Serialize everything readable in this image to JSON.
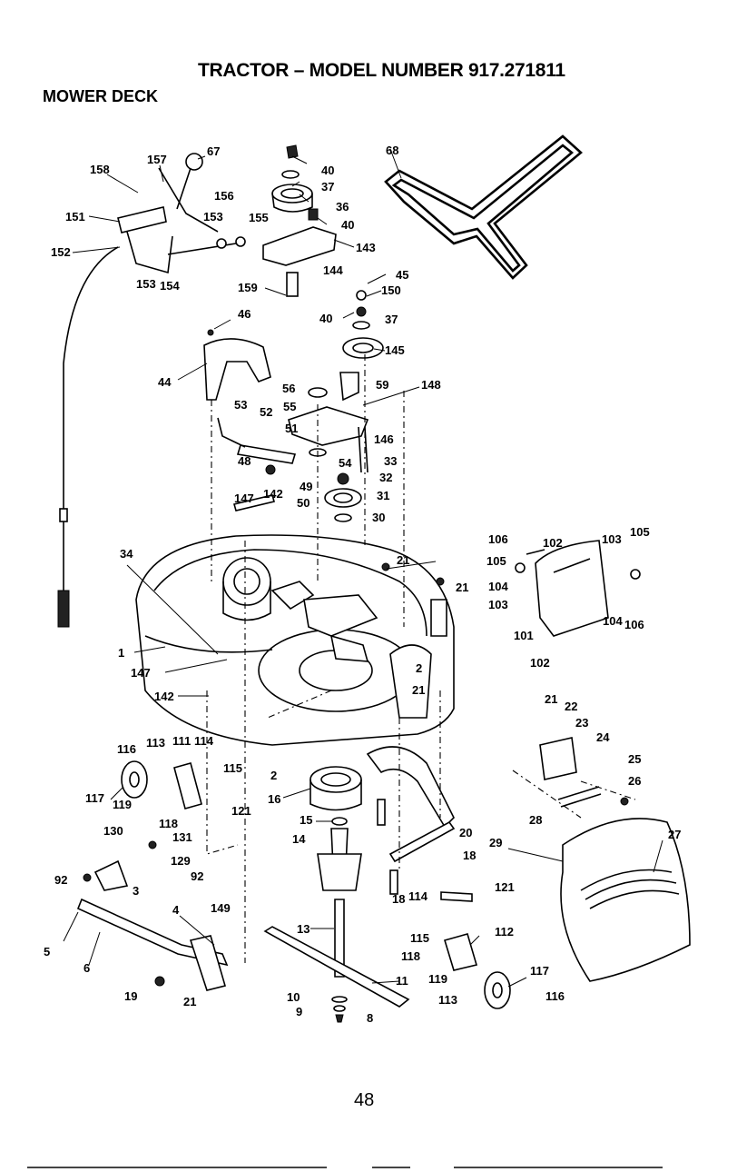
{
  "header": {
    "title": "TRACTOR – MODEL NUMBER 917.271811",
    "section": "MOWER DECK"
  },
  "page_number": "48",
  "callouts": [
    "158",
    "157",
    "67",
    "151",
    "152",
    "153",
    "154",
    "156",
    "155",
    "153",
    "40",
    "37",
    "36",
    "40",
    "143",
    "144",
    "159",
    "45",
    "150",
    "68",
    "46",
    "40",
    "37",
    "145",
    "44",
    "53",
    "52",
    "56",
    "55",
    "59",
    "148",
    "51",
    "146",
    "48",
    "54",
    "33",
    "32",
    "49",
    "147",
    "142",
    "50",
    "31",
    "30",
    "34",
    "21",
    "21",
    "106",
    "102",
    "103",
    "105",
    "105",
    "104",
    "103",
    "104",
    "106",
    "101",
    "102",
    "1",
    "147",
    "2",
    "21",
    "142",
    "21",
    "22",
    "23",
    "24",
    "25",
    "26",
    "116",
    "113",
    "111",
    "114",
    "115",
    "117",
    "119",
    "2",
    "121",
    "16",
    "118",
    "15",
    "14",
    "28",
    "27",
    "20",
    "29",
    "130",
    "131",
    "129",
    "18",
    "92",
    "92",
    "3",
    "18",
    "114",
    "121",
    "5",
    "4",
    "149",
    "6",
    "13",
    "115",
    "112",
    "118",
    "119",
    "117",
    "19",
    "21",
    "10",
    "11",
    "113",
    "116",
    "9",
    "8"
  ]
}
